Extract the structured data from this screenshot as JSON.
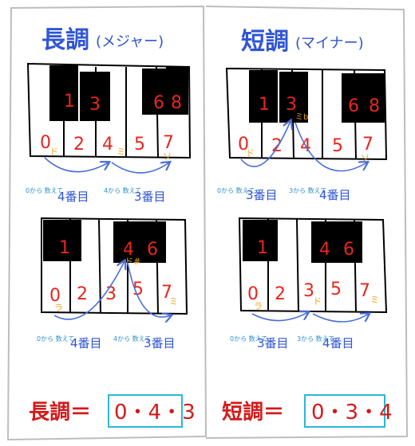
{
  "colors": {
    "ink": "#000000",
    "title": "#2f55d6",
    "number": "#e8261e",
    "syllable": "#f2a21a",
    "arrow": "#4a6fd8",
    "note": "#2a90c8",
    "formula_box": "#2bb6d6",
    "formula_text": "#d31a1a"
  },
  "left": {
    "title": "長調",
    "title_sub": "(メジャー)",
    "keyboard_top": {
      "black_numbers": [
        "1",
        "3",
        "6",
        "8"
      ],
      "white_numbers": [
        "0",
        "2",
        "4",
        "5",
        "7"
      ],
      "syllables": [
        "ド",
        "ミ",
        "ソ"
      ],
      "steps": [
        {
          "note": "0から 数えて",
          "label": "4番目"
        },
        {
          "note": "4から 数えて",
          "label": "3番目"
        }
      ]
    },
    "keyboard_bottom": {
      "black_numbers": [
        "1",
        "4",
        "6"
      ],
      "white_numbers": [
        "0",
        "2",
        "3",
        "5",
        "7"
      ],
      "syllables": [
        "ラ",
        "ド#",
        "ミ"
      ],
      "steps": [
        {
          "note": "0から 数えて",
          "label": "4番目"
        },
        {
          "note": "4から 数えて",
          "label": "3番目"
        }
      ]
    },
    "formula_label": "長調＝",
    "formula_value": "0・4・3"
  },
  "right": {
    "title": "短調",
    "title_sub": "(マイナー)",
    "keyboard_top": {
      "black_numbers": [
        "1",
        "3",
        "6",
        "8"
      ],
      "black_note": "ミb",
      "white_numbers": [
        "0",
        "2",
        "4",
        "5",
        "7"
      ],
      "syllables": [
        "ド",
        "ソ"
      ],
      "steps": [
        {
          "note": "0から 数えて",
          "label": "3番目"
        },
        {
          "note": "3から 数えて",
          "label": "4番目"
        }
      ]
    },
    "keyboard_bottom": {
      "black_numbers": [
        "1",
        "4",
        "6"
      ],
      "white_numbers": [
        "0",
        "2",
        "3",
        "5",
        "7"
      ],
      "syllables": [
        "ラ",
        "ド",
        "ミ"
      ],
      "steps": [
        {
          "note": "0から 数えて",
          "label": "3番目"
        },
        {
          "note": "3から 数えて",
          "label": "4番目"
        }
      ]
    },
    "formula_label": "短調＝",
    "formula_value": "0・3・4"
  }
}
